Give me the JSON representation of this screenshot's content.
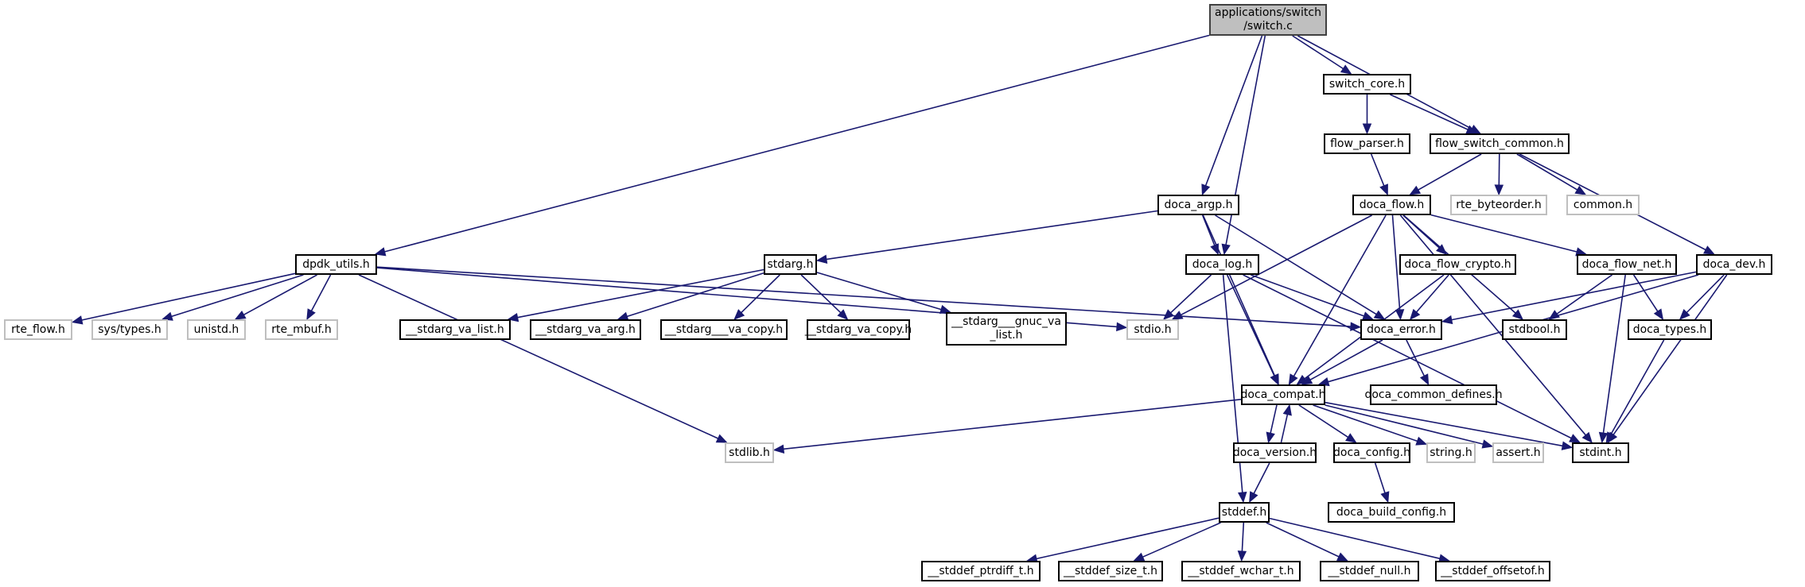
{
  "title": "applications/switch/switch.c include dependency graph",
  "colors": {
    "edge": "#191970",
    "root_fill": "#bfbfbf",
    "node_border": "#000000",
    "external_border": "#bfbfbf"
  },
  "nodes": [
    {
      "id": "switch_c",
      "label": "applications/switch\n/switch.c",
      "kind": "root"
    },
    {
      "id": "switch_core_h",
      "label": "switch_core.h",
      "kind": "local"
    },
    {
      "id": "flow_parser_h",
      "label": "flow_parser.h",
      "kind": "local"
    },
    {
      "id": "flow_switch_common_h",
      "label": "flow_switch_common.h",
      "kind": "local"
    },
    {
      "id": "doca_argp_h",
      "label": "doca_argp.h",
      "kind": "local"
    },
    {
      "id": "doca_flow_h",
      "label": "doca_flow.h",
      "kind": "local"
    },
    {
      "id": "rte_byteorder_h",
      "label": "rte_byteorder.h",
      "kind": "external"
    },
    {
      "id": "common_h",
      "label": "common.h",
      "kind": "external"
    },
    {
      "id": "dpdk_utils_h",
      "label": "dpdk_utils.h",
      "kind": "local"
    },
    {
      "id": "stdarg_h",
      "label": "stdarg.h",
      "kind": "local"
    },
    {
      "id": "doca_log_h",
      "label": "doca_log.h",
      "kind": "local"
    },
    {
      "id": "doca_flow_crypto_h",
      "label": "doca_flow_crypto.h",
      "kind": "local"
    },
    {
      "id": "doca_flow_net_h",
      "label": "doca_flow_net.h",
      "kind": "local"
    },
    {
      "id": "doca_dev_h",
      "label": "doca_dev.h",
      "kind": "local"
    },
    {
      "id": "rte_flow_h",
      "label": "rte_flow.h",
      "kind": "external"
    },
    {
      "id": "sys_types_h",
      "label": "sys/types.h",
      "kind": "external"
    },
    {
      "id": "unistd_h",
      "label": "unistd.h",
      "kind": "external"
    },
    {
      "id": "rte_mbuf_h",
      "label": "rte_mbuf.h",
      "kind": "external"
    },
    {
      "id": "stdarg_va_list_h",
      "label": "__stdarg_va_list.h",
      "kind": "local"
    },
    {
      "id": "stdarg_va_arg_h",
      "label": "__stdarg_va_arg.h",
      "kind": "local"
    },
    {
      "id": "stdarg___va_copy_h",
      "label": "__stdarg___va_copy.h",
      "kind": "local"
    },
    {
      "id": "stdarg_va_copy_h",
      "label": "__stdarg_va_copy.h",
      "kind": "local"
    },
    {
      "id": "stdarg___gnuc_va_list_h",
      "label": "__stdarg___gnuc_va\n_list.h",
      "kind": "local"
    },
    {
      "id": "stdio_h",
      "label": "stdio.h",
      "kind": "external"
    },
    {
      "id": "doca_error_h",
      "label": "doca_error.h",
      "kind": "local"
    },
    {
      "id": "stdbool_h",
      "label": "stdbool.h",
      "kind": "local"
    },
    {
      "id": "doca_types_h",
      "label": "doca_types.h",
      "kind": "local"
    },
    {
      "id": "doca_compat_h",
      "label": "doca_compat.h",
      "kind": "local"
    },
    {
      "id": "doca_common_defines_h",
      "label": "doca_common_defines.h",
      "kind": "local"
    },
    {
      "id": "stdlib_h",
      "label": "stdlib.h",
      "kind": "external"
    },
    {
      "id": "doca_version_h",
      "label": "doca_version.h",
      "kind": "local"
    },
    {
      "id": "doca_config_h",
      "label": "doca_config.h",
      "kind": "local"
    },
    {
      "id": "string_h",
      "label": "string.h",
      "kind": "external"
    },
    {
      "id": "assert_h",
      "label": "assert.h",
      "kind": "external"
    },
    {
      "id": "stdint_h",
      "label": "stdint.h",
      "kind": "local"
    },
    {
      "id": "stddef_h",
      "label": "stddef.h",
      "kind": "local"
    },
    {
      "id": "doca_build_config_h",
      "label": "doca_build_config.h",
      "kind": "local"
    },
    {
      "id": "stddef_ptrdiff_t_h",
      "label": "__stddef_ptrdiff_t.h",
      "kind": "local"
    },
    {
      "id": "stddef_size_t_h",
      "label": "__stddef_size_t.h",
      "kind": "local"
    },
    {
      "id": "stddef_wchar_t_h",
      "label": "__stddef_wchar_t.h",
      "kind": "local"
    },
    {
      "id": "stddef_null_h",
      "label": "__stddef_null.h",
      "kind": "local"
    },
    {
      "id": "stddef_offsetof_h",
      "label": "__stddef_offsetof.h",
      "kind": "local"
    }
  ],
  "edges": [
    [
      "switch_c",
      "dpdk_utils_h"
    ],
    [
      "switch_c",
      "doca_argp_h"
    ],
    [
      "switch_c",
      "doca_log_h"
    ],
    [
      "switch_c",
      "switch_core_h"
    ],
    [
      "switch_c",
      "flow_switch_common_h"
    ],
    [
      "switch_core_h",
      "flow_parser_h"
    ],
    [
      "switch_core_h",
      "flow_switch_common_h"
    ],
    [
      "flow_parser_h",
      "doca_flow_h"
    ],
    [
      "flow_switch_common_h",
      "doca_flow_h"
    ],
    [
      "flow_switch_common_h",
      "rte_byteorder_h"
    ],
    [
      "flow_switch_common_h",
      "common_h"
    ],
    [
      "flow_switch_common_h",
      "doca_dev_h"
    ],
    [
      "doca_argp_h",
      "stdarg_h"
    ],
    [
      "doca_argp_h",
      "doca_log_h"
    ],
    [
      "doca_argp_h",
      "doca_error_h"
    ],
    [
      "doca_argp_h",
      "doca_compat_h"
    ],
    [
      "doca_flow_h",
      "stdio_h"
    ],
    [
      "doca_flow_h",
      "doca_compat_h"
    ],
    [
      "doca_flow_h",
      "doca_error_h"
    ],
    [
      "doca_flow_h",
      "doca_flow_crypto_h"
    ],
    [
      "doca_flow_h",
      "stdbool_h"
    ],
    [
      "doca_flow_h",
      "doca_flow_net_h"
    ],
    [
      "doca_flow_h",
      "stdint_h"
    ],
    [
      "dpdk_utils_h",
      "rte_flow_h"
    ],
    [
      "dpdk_utils_h",
      "sys_types_h"
    ],
    [
      "dpdk_utils_h",
      "unistd_h"
    ],
    [
      "dpdk_utils_h",
      "rte_mbuf_h"
    ],
    [
      "dpdk_utils_h",
      "stdlib_h"
    ],
    [
      "dpdk_utils_h",
      "stdio_h"
    ],
    [
      "dpdk_utils_h",
      "doca_error_h"
    ],
    [
      "stdarg_h",
      "stdarg_va_list_h"
    ],
    [
      "stdarg_h",
      "stdarg_va_arg_h"
    ],
    [
      "stdarg_h",
      "stdarg___va_copy_h"
    ],
    [
      "stdarg_h",
      "stdarg_va_copy_h"
    ],
    [
      "stdarg_h",
      "stdarg___gnuc_va_list_h"
    ],
    [
      "doca_log_h",
      "stdio_h"
    ],
    [
      "doca_log_h",
      "doca_error_h"
    ],
    [
      "doca_log_h",
      "doca_compat_h"
    ],
    [
      "doca_log_h",
      "stddef_h"
    ],
    [
      "doca_log_h",
      "stdint_h"
    ],
    [
      "doca_flow_crypto_h",
      "doca_error_h"
    ],
    [
      "doca_flow_crypto_h",
      "doca_compat_h"
    ],
    [
      "doca_flow_net_h",
      "stdbool_h"
    ],
    [
      "doca_flow_net_h",
      "doca_types_h"
    ],
    [
      "doca_flow_net_h",
      "stdint_h"
    ],
    [
      "doca_dev_h",
      "doca_error_h"
    ],
    [
      "doca_dev_h",
      "doca_types_h"
    ],
    [
      "doca_dev_h",
      "doca_compat_h"
    ],
    [
      "doca_dev_h",
      "stdint_h"
    ],
    [
      "doca_error_h",
      "doca_compat_h"
    ],
    [
      "doca_error_h",
      "doca_common_defines_h"
    ],
    [
      "doca_types_h",
      "stdint_h"
    ],
    [
      "doca_compat_h",
      "stdlib_h"
    ],
    [
      "doca_compat_h",
      "doca_version_h"
    ],
    [
      "doca_compat_h",
      "doca_config_h"
    ],
    [
      "doca_compat_h",
      "string_h"
    ],
    [
      "doca_compat_h",
      "assert_h"
    ],
    [
      "doca_compat_h",
      "stdint_h"
    ],
    [
      "doca_version_h",
      "doca_compat_h"
    ],
    [
      "doca_version_h",
      "stddef_h"
    ],
    [
      "doca_config_h",
      "doca_build_config_h"
    ],
    [
      "stddef_h",
      "stddef_ptrdiff_t_h"
    ],
    [
      "stddef_h",
      "stddef_size_t_h"
    ],
    [
      "stddef_h",
      "stddef_wchar_t_h"
    ],
    [
      "stddef_h",
      "stddef_null_h"
    ],
    [
      "stddef_h",
      "stddef_offsetof_h"
    ]
  ]
}
